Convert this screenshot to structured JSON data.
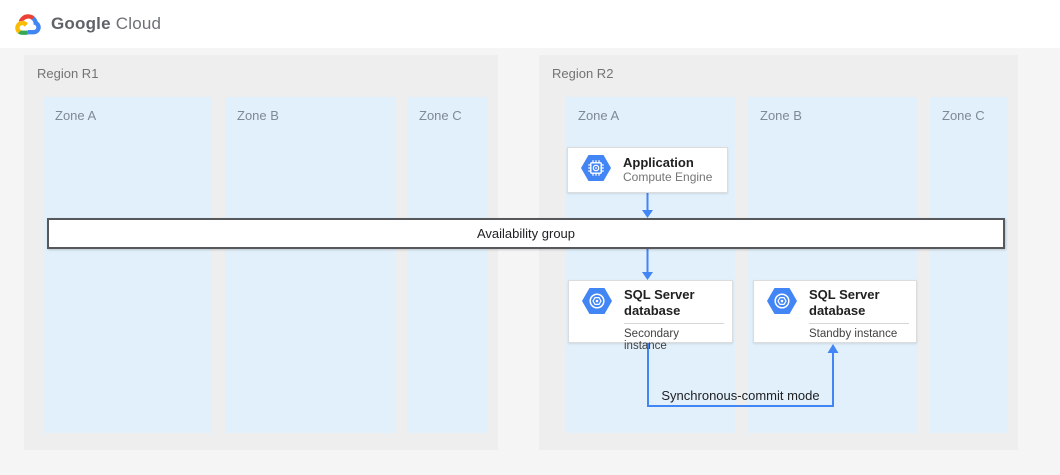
{
  "header": {
    "logo_primary": "Google",
    "logo_secondary": "Cloud"
  },
  "regions": [
    {
      "label": "Region R1",
      "zones": [
        {
          "label": "Zone A"
        },
        {
          "label": "Zone B"
        },
        {
          "label": "Zone C"
        }
      ]
    },
    {
      "label": "Region R2",
      "zones": [
        {
          "label": "Zone A"
        },
        {
          "label": "Zone B"
        },
        {
          "label": "Zone C"
        }
      ]
    }
  ],
  "availability_group": {
    "label": "Availability group"
  },
  "cards": {
    "application": {
      "title": "Application",
      "subtitle": "Compute Engine",
      "icon": "compute-engine-icon"
    },
    "sql_secondary": {
      "title": "SQL Server database",
      "instance": "Secondary instance",
      "icon": "cloud-sql-icon"
    },
    "sql_standby": {
      "title": "SQL Server database",
      "instance": "Standby instance",
      "icon": "cloud-sql-icon"
    }
  },
  "connections": {
    "sync_label": "Synchronous-commit mode"
  },
  "colors": {
    "arrow": "#4285f4",
    "zone_fill": "#e2f0fb",
    "region_fill": "#eeeeee",
    "availability_border": "#56585c",
    "icon_hexagon": "#4285f4",
    "logo_red": "#ea4335",
    "logo_blue": "#4285f4",
    "logo_green": "#34a853",
    "logo_yellow": "#fbbc05"
  }
}
